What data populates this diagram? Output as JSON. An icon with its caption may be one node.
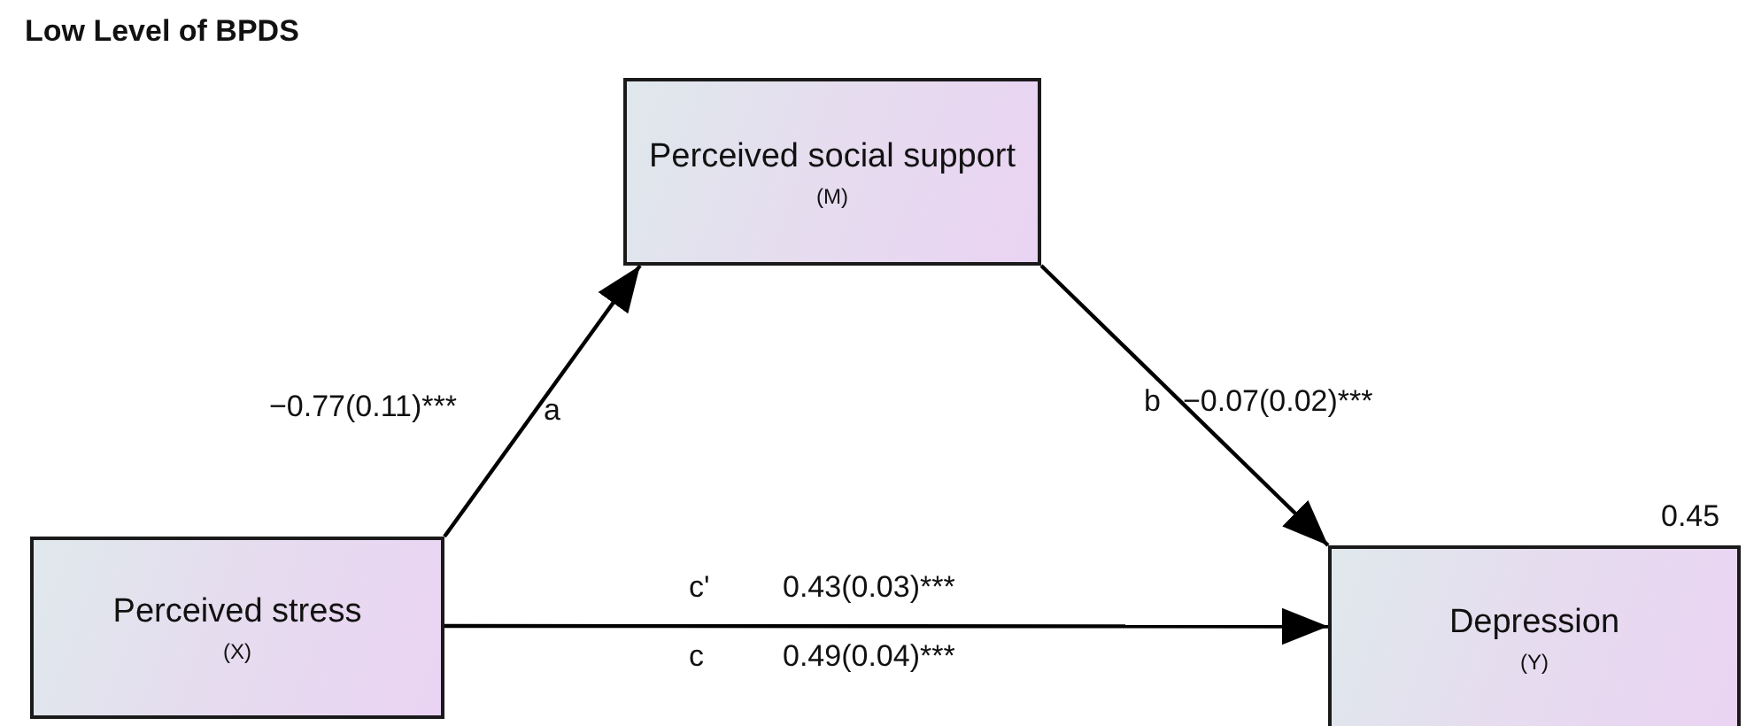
{
  "diagram": {
    "title": "Low Level of BPDS",
    "nodes": [
      {
        "text": [
          "Perceived social support",
          "(M)"
        ]
      },
      {
        "text": [
          "Perceived stress",
          "(X)"
        ]
      },
      {
        "text": [
          "Depression",
          "(Y)"
        ],
        "beside": [
          "0.45"
        ]
      }
    ],
    "edges": [
      {
        "from": 1,
        "to": 0,
        "arrow": "to",
        "label": "a"
      },
      {
        "from": 0,
        "to": 2,
        "arrow": "to",
        "label": "b"
      },
      {
        "from": 1,
        "to": 2,
        "arrow": "to",
        "label": "c'"
      }
    ],
    "labels": [
      "−0.77(0.11)***",
      "−0.07(0.02)***",
      "0.43(0.03)***",
      "c",
      "0.49(0.04)***"
    ]
  }
}
